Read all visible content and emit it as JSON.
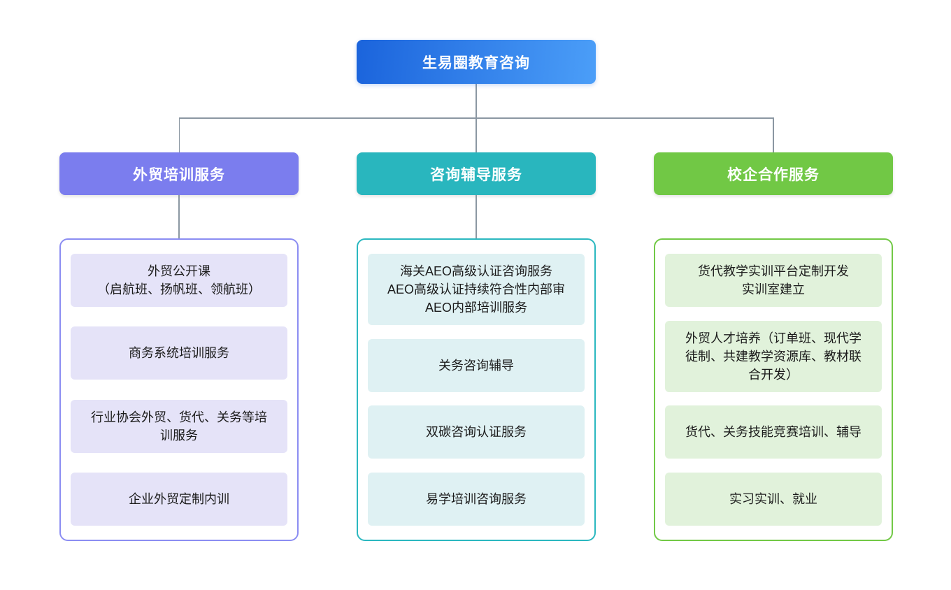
{
  "root": {
    "label": "生易圈教育咨询",
    "gradient_from": "#1b64dc",
    "gradient_to": "#4b9ef8"
  },
  "connector_color": "#8b97a2",
  "branches": [
    {
      "label": "外贸培训服务",
      "header_color": "#7b7dee",
      "border_color": "#8b8df2",
      "item_bg": "#e5e3f8",
      "items": [
        "外贸公开课\n（启航班、扬帆班、领航班）",
        "商务系统培训服务",
        "行业协会外贸、货代、关务等培训服务",
        "企业外贸定制内训"
      ]
    },
    {
      "label": "咨询辅导服务",
      "header_color": "#29b6be",
      "border_color": "#2bb8c0",
      "item_bg": "#dff1f3",
      "items": [
        "海关AEO高级认证咨询服务\nAEO高级认证持续符合性内部审\nAEO内部培训服务",
        "关务咨询辅导",
        "双碳咨询认证服务",
        "易学培训咨询服务"
      ]
    },
    {
      "label": "校企合作服务",
      "header_color": "#71c845",
      "border_color": "#72c946",
      "item_bg": "#e1f2db",
      "items": [
        "货代教学实训平台定制开发\n实训室建立",
        "外贸人才培养（订单班、现代学徒制、共建教学资源库、教材联合开发）",
        "货代、关务技能竞赛培训、辅导",
        "实习实训、就业"
      ]
    }
  ]
}
